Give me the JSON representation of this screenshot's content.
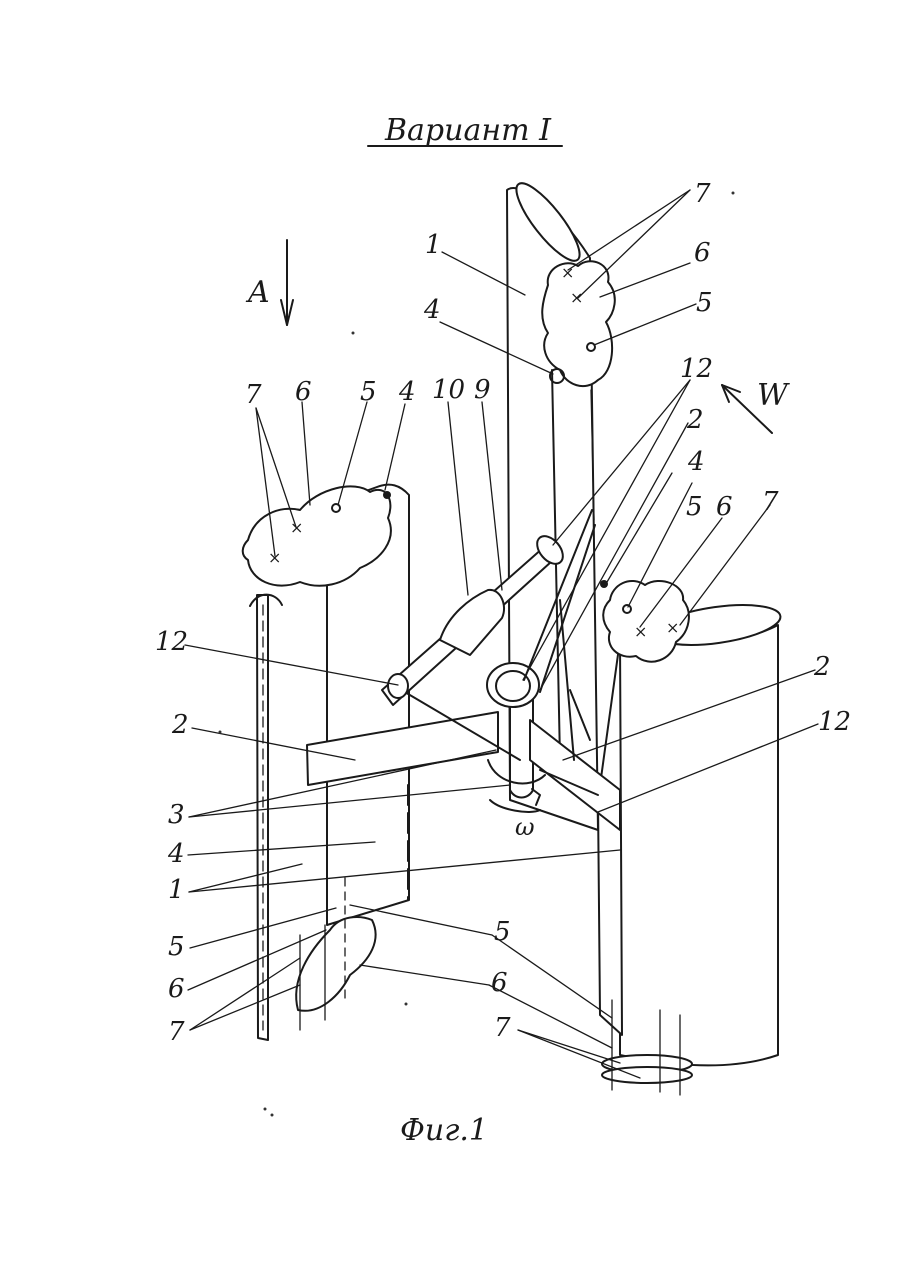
{
  "header": {
    "title": "Вариант I"
  },
  "caption": "Фиг.1",
  "direction_labels": {
    "a": "A",
    "w": "W",
    "omega": "ω"
  },
  "callouts": {
    "top_right": {
      "n7": "7",
      "n6": "6",
      "n5": "5",
      "n1": "1",
      "n4": "4"
    },
    "top_left": {
      "n7": "7",
      "n6": "6",
      "n5": "5",
      "n4": "4",
      "n10": "10",
      "n9": "9"
    },
    "right": {
      "n12a": "12",
      "n2a": "2",
      "n4": "4",
      "n5": "5",
      "n6": "6",
      "n7": "7",
      "n2b": "2",
      "n12b": "12"
    },
    "left": {
      "n12": "12",
      "n2": "2",
      "n3": "3",
      "n4": "4",
      "n1": "1",
      "n5": "5",
      "n6": "6",
      "n7": "7"
    },
    "bottom": {
      "n5": "5",
      "n6": "6",
      "n7": "7"
    }
  }
}
